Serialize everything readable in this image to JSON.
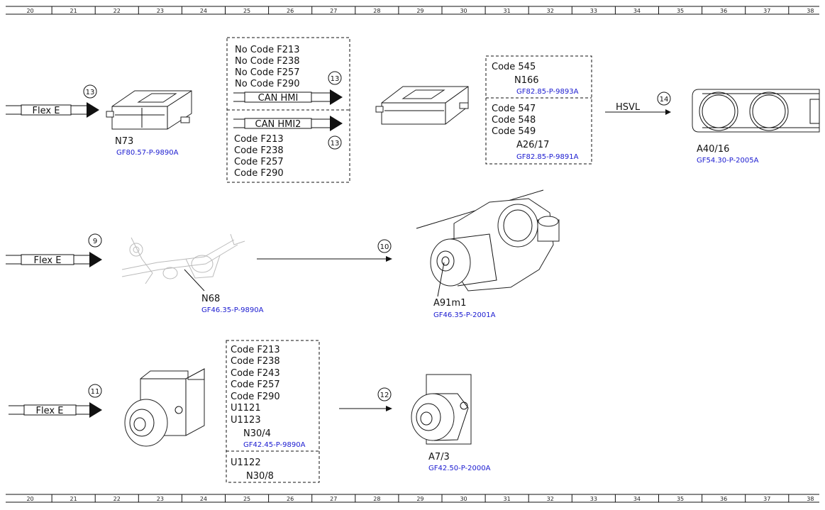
{
  "ruler": [
    "20",
    "21",
    "22",
    "23",
    "24",
    "25",
    "26",
    "27",
    "28",
    "29",
    "30",
    "31",
    "32",
    "33",
    "34",
    "35",
    "36",
    "37",
    "38"
  ],
  "row1": {
    "input_label": "Flex E",
    "input_marker": "13",
    "n73": {
      "name": "N73",
      "ref": "GF80.57-P-9890A"
    },
    "box_top": {
      "codes": [
        "No Code F213",
        "No Code F238",
        "No Code F257",
        "No Code F290"
      ],
      "bus": "CAN HMI",
      "marker": "13"
    },
    "box_bottom": {
      "bus": "CAN HMI2",
      "marker": "13",
      "codes": [
        "Code F213",
        "Code F238",
        "Code F257",
        "Code F290"
      ]
    },
    "n166_box": {
      "codes": [
        "Code 545"
      ],
      "name": "N166",
      "ref": "GF82.85-P-9893A"
    },
    "a26_box": {
      "codes": [
        "Code 547",
        "Code 548",
        "Code 549"
      ],
      "name": "A26/17",
      "ref": "GF82.85-P-9891A"
    },
    "link_label": "HSVL",
    "link_marker": "14",
    "a40": {
      "name": "A40/16",
      "ref": "GF54.30-P-2005A"
    }
  },
  "row2": {
    "input_label": "Flex E",
    "input_marker": "9",
    "n68": {
      "name": "N68",
      "ref": "GF46.35-P-9890A"
    },
    "link_marker": "10",
    "a91": {
      "name": "A91m1",
      "ref": "GF46.35-P-2001A"
    }
  },
  "row3": {
    "input_label": "Flex E",
    "input_marker": "11",
    "codes_box": {
      "codes": [
        "Code F213",
        "Code F238",
        "Code F243",
        "Code F257",
        "Code F290",
        "U1121",
        "U1123"
      ],
      "name": "N30/4",
      "ref": "GF42.45-P-9890A"
    },
    "u_box": {
      "codes": [
        "U1122"
      ],
      "name": "N30/8"
    },
    "link_marker": "12",
    "a7": {
      "name": "A7/3",
      "ref": "GF42.50-P-2000A"
    }
  }
}
